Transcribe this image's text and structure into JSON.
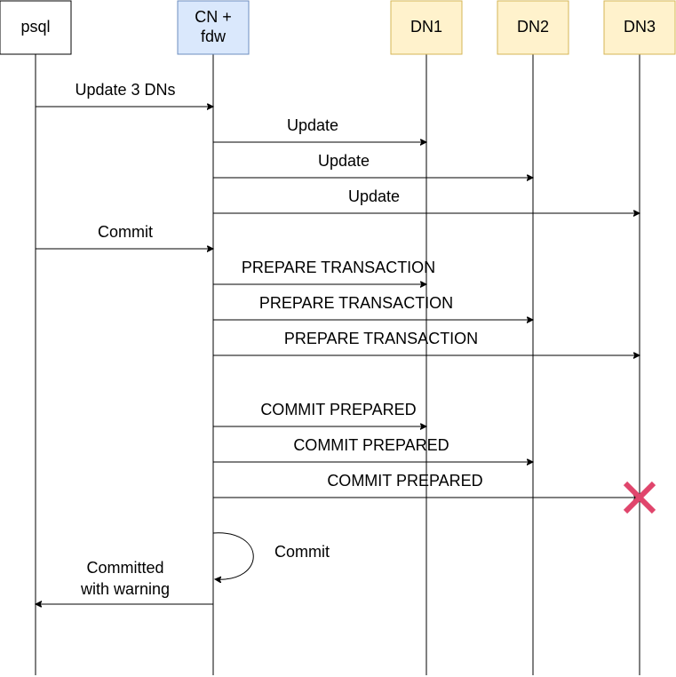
{
  "participants": [
    {
      "id": "psql",
      "lines": [
        "psql"
      ],
      "fill": "#ffffff",
      "stroke": "#000000"
    },
    {
      "id": "cn",
      "lines": [
        "CN +",
        "fdw"
      ],
      "fill": "#dae8fc",
      "stroke": "#6c8ebf"
    },
    {
      "id": "dn1",
      "lines": [
        "DN1"
      ],
      "fill": "#fff2cc",
      "stroke": "#d6b656"
    },
    {
      "id": "dn2",
      "lines": [
        "DN2"
      ],
      "fill": "#fff2cc",
      "stroke": "#d6b656"
    },
    {
      "id": "dn3",
      "lines": [
        "DN3"
      ],
      "fill": "#fff2cc",
      "stroke": "#d6b656"
    }
  ],
  "messages": [
    {
      "from": "psql",
      "to": "cn",
      "lines": [
        "Update 3 DNs"
      ]
    },
    {
      "from": "cn",
      "to": "dn1",
      "lines": [
        "Update"
      ]
    },
    {
      "from": "cn",
      "to": "dn2",
      "lines": [
        "Update"
      ]
    },
    {
      "from": "cn",
      "to": "dn3",
      "lines": [
        "Update"
      ]
    },
    {
      "from": "psql",
      "to": "cn",
      "lines": [
        "Commit"
      ]
    },
    {
      "from": "cn",
      "to": "dn1",
      "lines": [
        "PREPARE TRANSACTION"
      ]
    },
    {
      "from": "cn",
      "to": "dn2",
      "lines": [
        "PREPARE TRANSACTION"
      ]
    },
    {
      "from": "cn",
      "to": "dn3",
      "lines": [
        "PREPARE TRANSACTION"
      ]
    },
    {
      "from": "cn",
      "to": "dn1",
      "lines": [
        "COMMIT PREPARED"
      ]
    },
    {
      "from": "cn",
      "to": "dn2",
      "lines": [
        "COMMIT PREPARED"
      ]
    },
    {
      "from": "cn",
      "to": "dn3",
      "lines": [
        "COMMIT PREPARED"
      ],
      "failed": true
    },
    {
      "from": "cn",
      "to": "cn",
      "lines": [
        "Commit"
      ],
      "self": true
    },
    {
      "from": "cn",
      "to": "psql",
      "lines": [
        "Committed",
        "with warning"
      ]
    }
  ],
  "colors": {
    "line": "#000000",
    "failure_mark": "#e0456c"
  },
  "icons": {
    "failure": "x-mark-icon"
  }
}
